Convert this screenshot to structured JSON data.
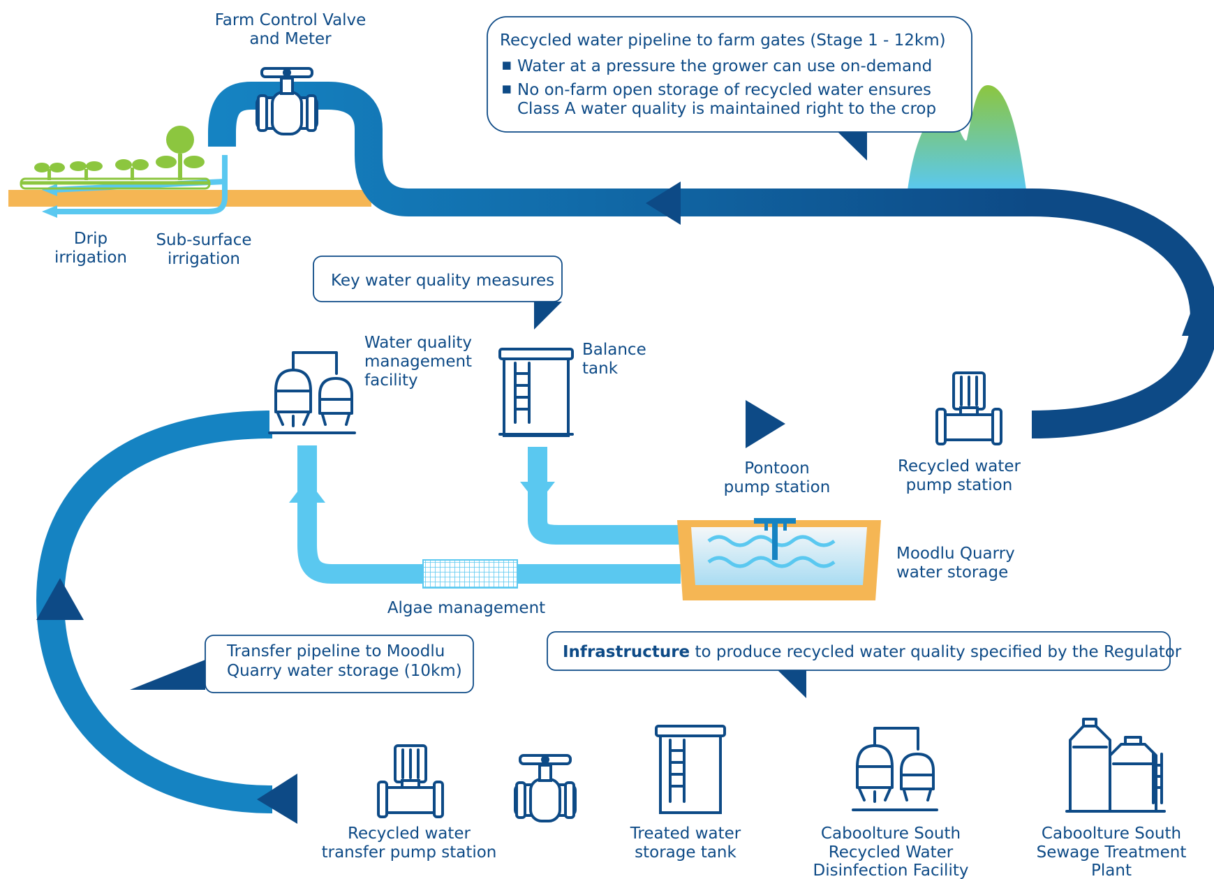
{
  "labels": {
    "farm_valve": [
      "Farm Control Valve",
      "and Meter"
    ],
    "drip": [
      "Drip",
      "irrigation"
    ],
    "subsurface": [
      "Sub-surface",
      "irrigation"
    ],
    "wq_facility": [
      "Water quality",
      "management",
      "facility"
    ],
    "balance_tank": [
      "Balance",
      "tank"
    ],
    "pontoon": [
      "Pontoon",
      "pump station"
    ],
    "rw_pump": [
      "Recycled water",
      "pump station"
    ],
    "moodlu": [
      "Moodlu Quarry",
      "water storage"
    ],
    "algae": "Algae management",
    "transfer_pump": [
      "Recycled water",
      "transfer pump station"
    ],
    "treated_tank": [
      "Treated water",
      "storage tank"
    ],
    "disinfection": [
      "Caboolture South",
      "Recycled Water",
      "Disinfection Facility"
    ],
    "sewage": [
      "Caboolture South",
      "Sewage Treatment",
      "Plant"
    ]
  },
  "callouts": {
    "pipeline": {
      "title": "Recycled water pipeline to farm gates (Stage 1 - 12km)",
      "bullet1": "Water at a pressure the grower can use on-demand",
      "bullet2": [
        "No on-farm open storage of recycled water ensures",
        "Class A water quality is maintained right to the crop"
      ],
      "bullet_glyph": "▪"
    },
    "key_measures": "Key water quality measures",
    "transfer": [
      "Transfer pipeline to Moodlu",
      "Quarry water storage (10km)"
    ],
    "infrastructure": {
      "bold": "Infrastructure",
      "rest": " to produce recycled water quality specified by the Regulator"
    }
  },
  "colors": {
    "dark_blue": "#0d4a86",
    "mid_blue": "#1583c2",
    "light_blue": "#5ac8f0",
    "orange": "#f5b654",
    "green": "#8cc63f",
    "white": "#ffffff"
  },
  "icons": [
    "plant-icon",
    "valve-icon",
    "filter-vessel-icon",
    "balance-tank-icon",
    "pump-icon",
    "quarry-icon",
    "screen-icon",
    "storage-tank-icon",
    "sewage-plant-icon",
    "hill-icon",
    "flow-arrow-icon"
  ]
}
